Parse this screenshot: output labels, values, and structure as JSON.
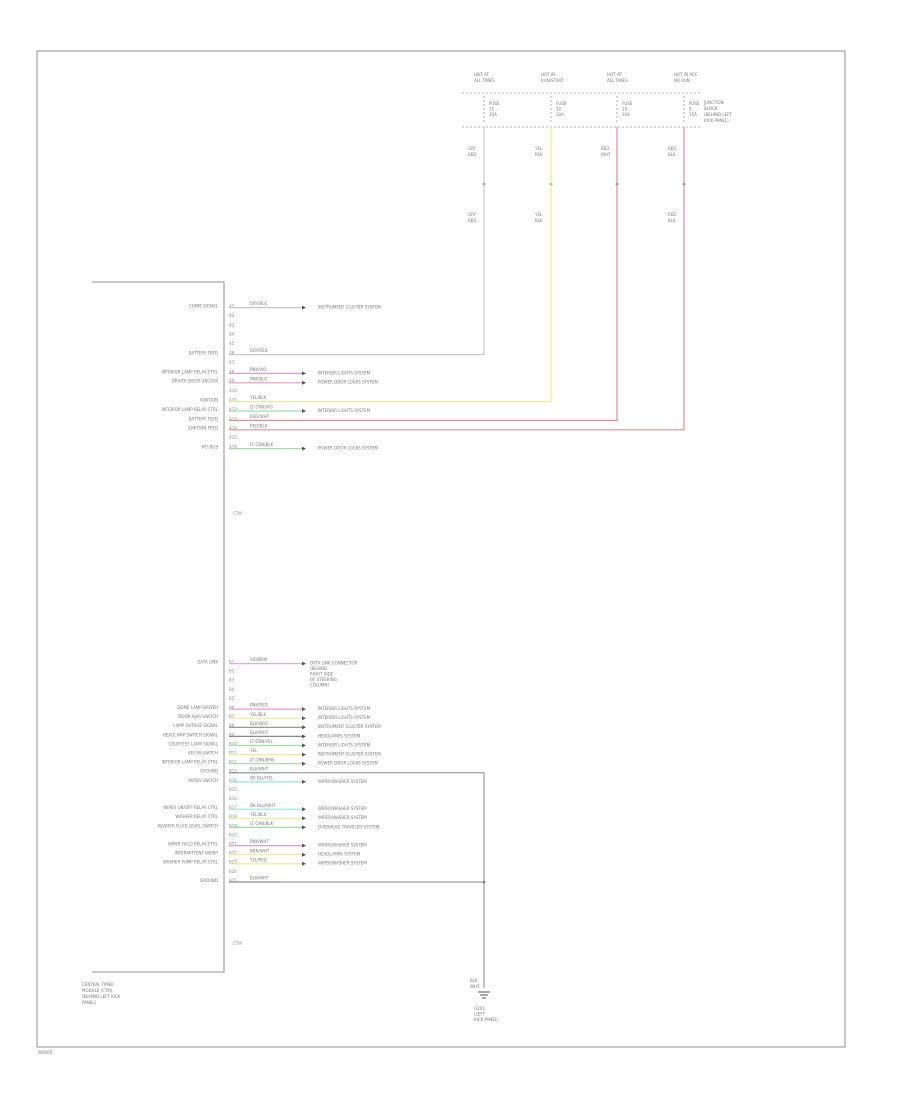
{
  "diagram": {
    "module": {
      "name_lines": [
        "CENTRAL TIMER",
        "MODULE (CTM)",
        "(BEHIND LEFT KICK",
        "PANEL)"
      ]
    },
    "fuse_block": {
      "name_lines": [
        "JUNCTION",
        "BLOCK",
        "(BEHIND LEFT",
        "KICK PANEL)"
      ],
      "columns": [
        {
          "header": [
            "HOT AT",
            "ALL TIMES"
          ],
          "fuse": [
            "FUSE",
            "15",
            "10A"
          ],
          "wire_top": [
            "GRY",
            "RED"
          ],
          "wire_bottom": [
            "GRY",
            "RED"
          ]
        },
        {
          "header": [
            "HOT IN",
            "RUN/START"
          ],
          "fuse": [
            "FUSE",
            "12",
            "10A"
          ],
          "wire_top": [
            "YEL",
            "BLK"
          ],
          "wire_bottom": [
            "YEL",
            "BLK"
          ]
        },
        {
          "header": [
            "HOT AT",
            "ALL TIMES"
          ],
          "fuse": [
            "FUSE",
            "19",
            "20A"
          ],
          "wire_top": [
            "RED",
            "WHT"
          ],
          "wire_bottom": []
        },
        {
          "header": [
            "HOT IN ACC",
            "OR RUN"
          ],
          "fuse": [
            "FUSE",
            "5",
            "15A"
          ],
          "wire_top": [
            "RED",
            "BLK"
          ],
          "wire_bottom": [
            "RED",
            "BLK"
          ]
        }
      ]
    },
    "connector_a": {
      "pins": [
        {
          "pin": "A1",
          "label": "CHIME SIGNAL",
          "wire": "GRY/BLK",
          "dest": "INSTRUMENT CLUSTER SYSTEM"
        },
        {
          "pin": "A2",
          "label": "",
          "wire": "",
          "dest": ""
        },
        {
          "pin": "A3",
          "label": "",
          "wire": "",
          "dest": ""
        },
        {
          "pin": "A4",
          "label": "",
          "wire": "",
          "dest": ""
        },
        {
          "pin": "A5",
          "label": "",
          "wire": "",
          "dest": ""
        },
        {
          "pin": "A6",
          "label": "BATTERY FEED",
          "wire": "GRY/RED",
          "dest": ""
        },
        {
          "pin": "A7",
          "label": "",
          "wire": "",
          "dest": ""
        },
        {
          "pin": "A8",
          "label": "INTERIOR LAMP RELAY CTRL",
          "wire": "PNK/VIO",
          "dest": "INTERIOR LIGHTS SYSTEM"
        },
        {
          "pin": "A9",
          "label": "DRIVER DOOR UNLOCK",
          "wire": "PNK/BLK",
          "dest": "POWER DOOR LOCKS SYSTEM"
        },
        {
          "pin": "A10",
          "label": "",
          "wire": "",
          "dest": ""
        },
        {
          "pin": "A11",
          "label": "IGNITION",
          "wire": "YEL/BLK",
          "dest": ""
        },
        {
          "pin": "A12",
          "label": "INTERIOR LAMP RELAY CTRL",
          "wire": "LT GRN/VIO",
          "dest": "INTERIOR LIGHTS SYSTEM"
        },
        {
          "pin": "A13",
          "label": "BATTERY FEED",
          "wire": "RED/WHT",
          "dest": ""
        },
        {
          "pin": "A14",
          "label": "IGNITION FEED",
          "wire": "RED/BLK",
          "dest": ""
        },
        {
          "pin": "A15",
          "label": "",
          "wire": "",
          "dest": ""
        },
        {
          "pin": "A16",
          "label": "PCI BUS",
          "wire": "LT GRN/BLK",
          "dest": "POWER DOOR LOCKS SYSTEM"
        }
      ],
      "footer": "CTM"
    },
    "connector_b": {
      "pins": [
        {
          "pin": "B1",
          "label": "DATA LINK",
          "wire": "VIO/BRN",
          "dest_lines": [
            "DATA LINK CONNECTOR",
            "(BEHIND",
            "RIGHT SIDE",
            "OF STEERING",
            "COLUMN)"
          ]
        },
        {
          "pin": "B2",
          "label": "",
          "wire": "",
          "dest": ""
        },
        {
          "pin": "B3",
          "label": "",
          "wire": "",
          "dest": ""
        },
        {
          "pin": "B4",
          "label": "",
          "wire": "",
          "dest": ""
        },
        {
          "pin": "B5",
          "label": "",
          "wire": "",
          "dest": ""
        },
        {
          "pin": "B6",
          "label": "DOME LAMP DRIVER",
          "wire": "PNK/RED",
          "dest": "INTERIOR LIGHTS SYSTEM"
        },
        {
          "pin": "B7",
          "label": "DOOR AJAR SWITCH",
          "wire": "YEL/BLK",
          "dest": "INTERIOR LIGHTS SYSTEM"
        },
        {
          "pin": "B8",
          "label": "LAMP OUTAGE SIGNAL",
          "wire": "BLK/ORG",
          "dest": "INSTRUMENT CLUSTER SYSTEM"
        },
        {
          "pin": "B9",
          "label": "HEADLAMP SWITCH SIGNAL",
          "wire": "BLK/WHT",
          "dest": "HEADLAMPS SYSTEM"
        },
        {
          "pin": "B10",
          "label": "COURTESY LAMP SIGNAL",
          "wire": "LT GRN/YEL",
          "dest": "INTERIOR LIGHTS SYSTEM"
        },
        {
          "pin": "B11",
          "label": "KEY-IN SWITCH",
          "wire": "YEL",
          "dest": "INSTRUMENT CLUSTER SYSTEM"
        },
        {
          "pin": "B12",
          "label": "INTERIOR LAMP RELAY CTRL",
          "wire": "LT GRN/BRN",
          "dest": "POWER DOOR LOCKS SYSTEM"
        },
        {
          "pin": "B13",
          "label": "GROUND",
          "wire": "BLK/WHT",
          "dest": ""
        },
        {
          "pin": "B14",
          "label": "WIPER SWITCH",
          "wire": "DK BLU/YEL",
          "dest": "WIPER/WASHER SYSTEM"
        },
        {
          "pin": "B15",
          "label": "",
          "wire": "",
          "dest": ""
        },
        {
          "pin": "B16",
          "label": "",
          "wire": "",
          "dest": ""
        },
        {
          "pin": "B17",
          "label": "WIPER ON/OFF RELAY CTRL",
          "wire": "DK BLU/WHT",
          "dest": "WIPER/WASHER SYSTEM"
        },
        {
          "pin": "B18",
          "label": "WASHER RELAY CTRL",
          "wire": "YEL/BLK",
          "dest": "WIPER/WASHER SYSTEM"
        },
        {
          "pin": "B19",
          "label": "WASHER FLUID LEVEL SWITCH",
          "wire": "LT GRN/BLK",
          "dest": "OVERHEAD TRAVELER SYSTEM"
        },
        {
          "pin": "B20",
          "label": "",
          "wire": "",
          "dest": ""
        },
        {
          "pin": "B21",
          "label": "WIPER HI/LO RELAY CTRL",
          "wire": "PNK/WHT",
          "dest": "WIPER/WASHER SYSTEM"
        },
        {
          "pin": "B22",
          "label": "INTERMITTENT WIPER",
          "wire": "BRN/WHT",
          "dest": "HEADLAMPS SYSTEM"
        },
        {
          "pin": "B23",
          "label": "WASHER PUMP RELAY CTRL",
          "wire": "YEL/RED",
          "dest": "WIPER/WASHER SYSTEM"
        },
        {
          "pin": "B24",
          "label": "",
          "wire": "",
          "dest": ""
        },
        {
          "pin": "B25",
          "label": "GROUND",
          "wire": "BLK/WHT",
          "dest": ""
        }
      ],
      "footer": "CTM"
    },
    "ground": {
      "wire": [
        "BLK",
        "WHT"
      ],
      "name_lines": [
        "G201",
        "(LEFT",
        "KICK PANEL)"
      ]
    },
    "colors": {
      "border": "#8f8f8f",
      "gray_wire": "#c8c8c8",
      "yellow_wire": "#f2ea92",
      "red_wire": "#ea8a97",
      "pink_wire": "#e49ad4",
      "green_wire": "#9ae0a4",
      "cyan_wire": "#8fe6e4",
      "black_wire": "#8a8a8a",
      "violet_wire": "#e3a8ec"
    },
    "footer_code": "W0000"
  }
}
